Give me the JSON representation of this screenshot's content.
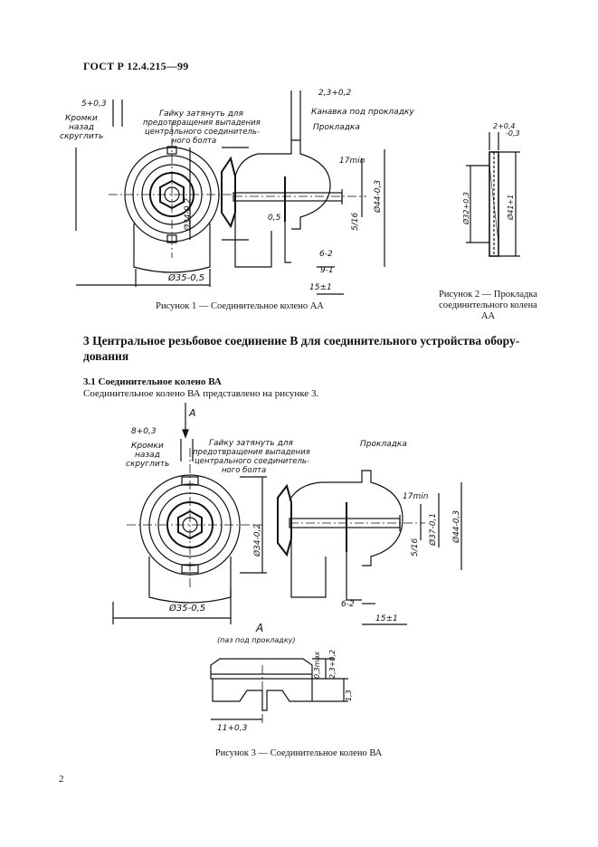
{
  "header": {
    "standard_code": "ГОСТ Р 12.4.215—99"
  },
  "figure1": {
    "caption": "Рисунок 1 — Соединительное колено АА",
    "labels": {
      "dim_top": "5+0,3",
      "edges": [
        "Кромки",
        "назад",
        "скруглить"
      ],
      "nut_note": [
        "Гайку затянуть для",
        "предотвращения выпадения",
        "центрального соединитель-",
        "ного болта"
      ],
      "dim_depth": "2,3+0,2",
      "groove": "Канавка под прокладку",
      "gasket": "Прокладка",
      "dim_17": "17min",
      "dim_dia34": "Ø34-0,2",
      "dim_dia44": "Ø44-0,3",
      "dim_thread": "5/16",
      "dim_05": "0,5",
      "dim_6": "6-2",
      "dim_9": "9-1",
      "dim_15": "15±1",
      "dim_dia35": "Ø35-0,5"
    }
  },
  "figure2": {
    "caption": [
      "Рисунок 2 — Прокладка",
      "соединительного колена",
      "АА"
    ],
    "labels": {
      "dim_thk": "2+0,4",
      "dim_thk2": "-0,3",
      "dim_inner": "Ø32+0,3",
      "dim_outer": "Ø41+1"
    }
  },
  "section3": {
    "heading": "3 Центральное резьбовое соединение B для соединительного устройства обору-дования",
    "sub_heading": "3.1 Соединительное колено ВА",
    "text": "Соединительное колено ВА представлено на рисунке 3."
  },
  "figure3": {
    "caption": "Рисунок 3 — Соединительное колено ВА",
    "labels": {
      "view_mark": "А",
      "dim_top": "8+0,3",
      "edges": [
        "Кромки",
        "назад",
        "скруглить"
      ],
      "nut_note": [
        "Гайку затянуть для",
        "предотвращения выпадения",
        "центрального соединитель-",
        "ного болта"
      ],
      "gasket": "Прокладка",
      "dim_17": "17min",
      "dim_dia34": "Ø34-0,2",
      "dim_dia37": "Ø37-0,1",
      "dim_dia44": "Ø44-0,3",
      "dim_thread": "5/16",
      "dim_6": "6-2",
      "dim_15": "15±1",
      "dim_dia35": "Ø35-0,5",
      "view_title": "А",
      "view_sub": "(паз под прокладку)",
      "dim_03": "0,3max",
      "dim_23": "2,3+0,2",
      "dim_1": "1,3",
      "dim_11": "11+0,3"
    }
  },
  "page_number": "2"
}
